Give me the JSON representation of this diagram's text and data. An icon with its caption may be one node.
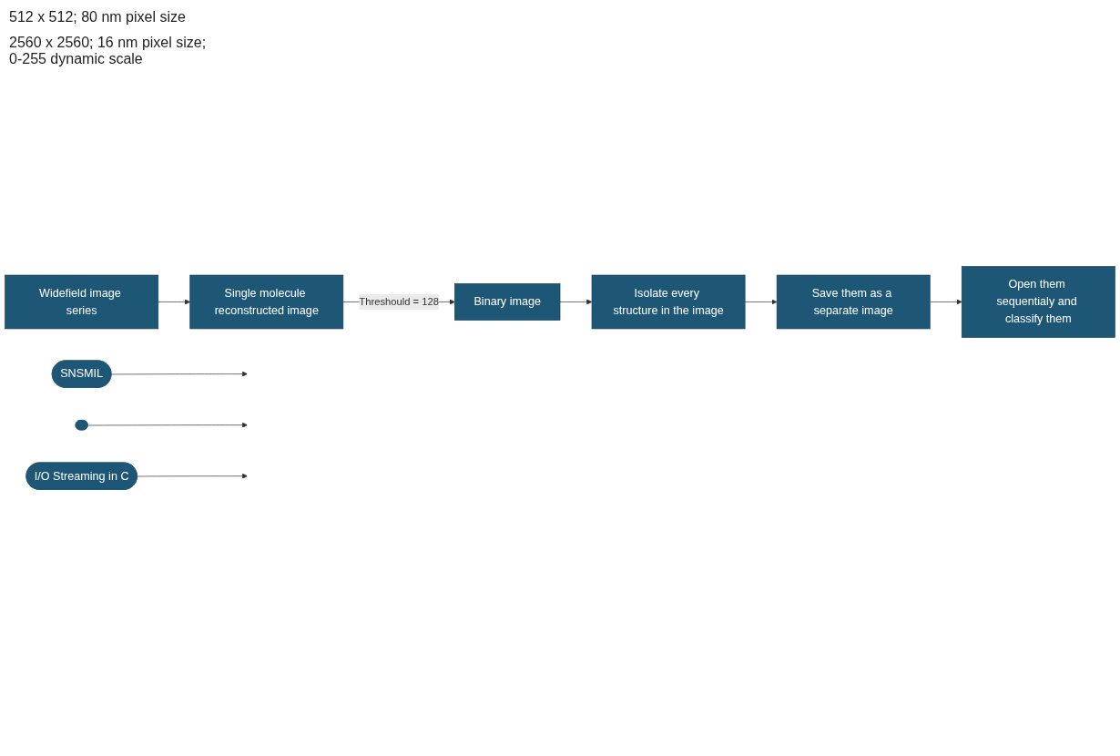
{
  "diagram": {
    "nodes": [
      {
        "text": [
          "Widefield image series"
        ]
      },
      {
        "text": [
          "SNSMIL"
        ]
      },
      {
        "text": [
          "Single molecule reconstructed image"
        ]
      },
      {
        "text": [
          "Binary image"
        ]
      },
      {
        "text": [
          "Isolate every structure in the image"
        ]
      },
      {
        "text": [],
        "shape": "ellipse"
      },
      {
        "text": [
          "Save them as a separate image"
        ]
      },
      {
        "text": [
          "Open them sequentialy and classify them"
        ]
      },
      {
        "text": [
          "I/O Streaming in C"
        ]
      }
    ],
    "edges": [
      {
        "from": 0,
        "to": 2,
        "arrow": "to"
      },
      {
        "from": 1,
        "to": null,
        "arrow": "to"
      },
      {
        "from": 2,
        "to": 3,
        "arrow": "to",
        "label": "Threshould = 128"
      },
      {
        "from": 5,
        "to": null,
        "arrow": "to"
      },
      {
        "from": 3,
        "to": 4,
        "arrow": "to"
      },
      {
        "from": 4,
        "to": 6,
        "arrow": "to"
      },
      {
        "from": 6,
        "to": 7,
        "arrow": "to"
      },
      {
        "from": 8,
        "to": null,
        "arrow": "to"
      }
    ],
    "labels": [
      "512 x 512; 80 nm pixel size",
      "2560 x 2560; 16 nm pixel size; 0-255 dynamic scale"
    ]
  }
}
